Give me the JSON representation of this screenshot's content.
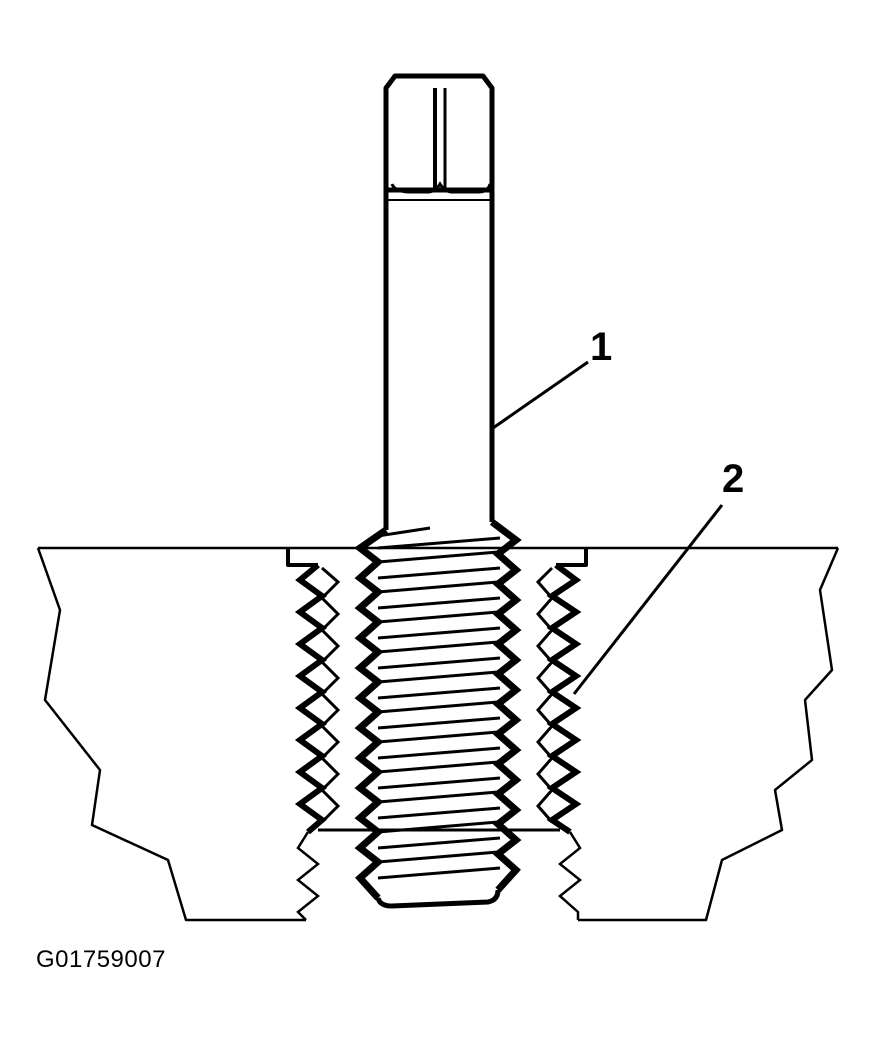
{
  "diagram": {
    "callouts": [
      {
        "label": "1",
        "target": "thread-tap"
      },
      {
        "label": "2",
        "target": "thread-insert"
      }
    ],
    "figure_id": "G01759007",
    "colors": {
      "line": "#000000",
      "background": "#ffffff"
    }
  }
}
